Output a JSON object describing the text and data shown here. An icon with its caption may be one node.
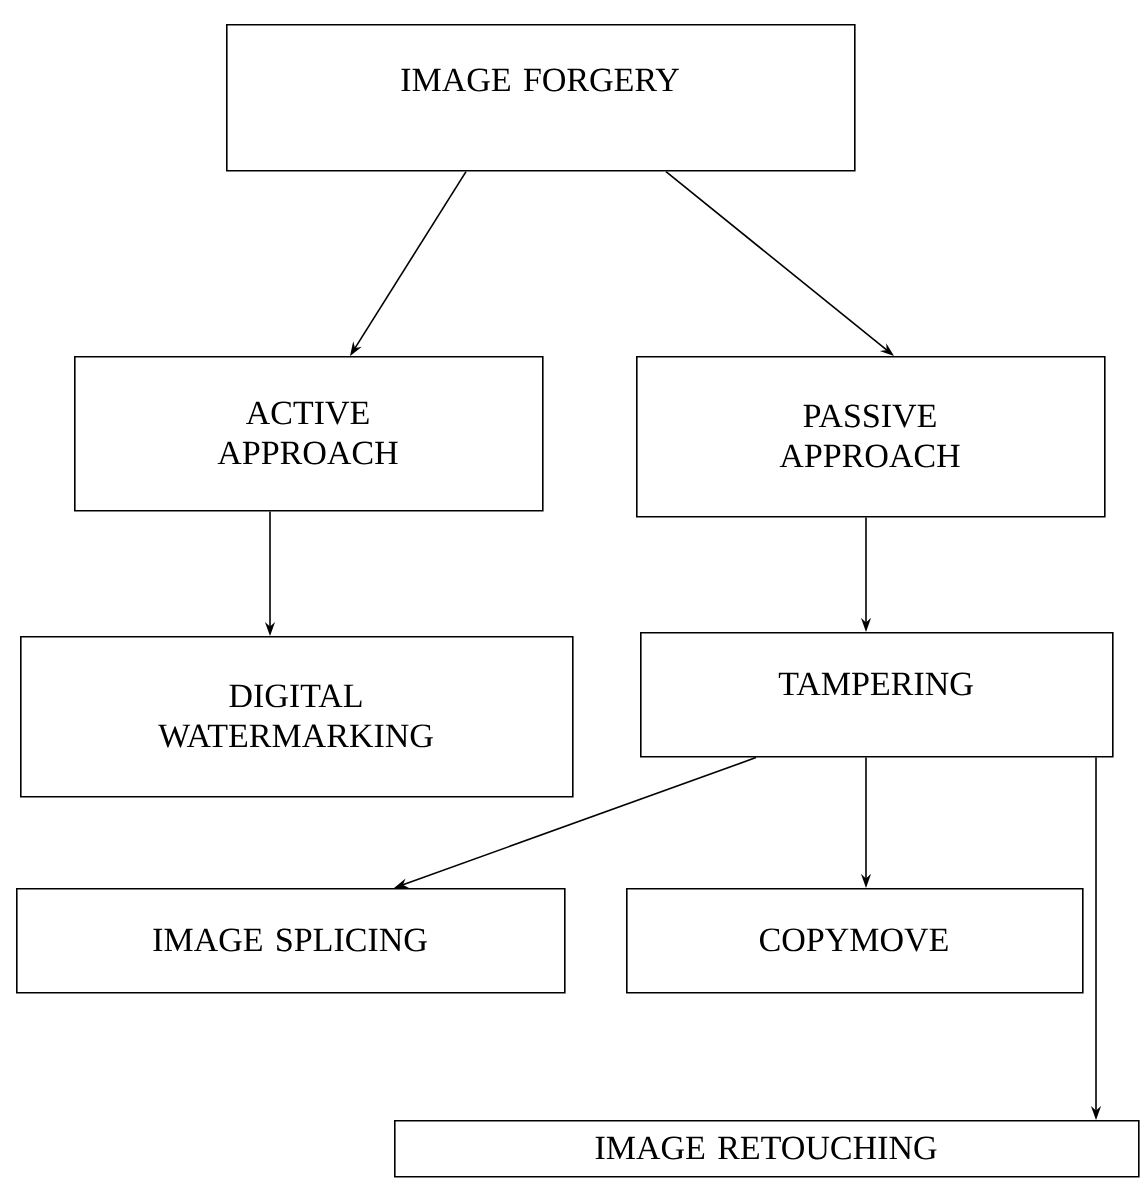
{
  "diagram": {
    "nodes": [
      {
        "text": [
          "IMAGE FORGERY"
        ]
      },
      {
        "text": [
          "ACTIVE APPROACH"
        ]
      },
      {
        "text": [
          "PASSIVE APPROACH"
        ]
      },
      {
        "text": [
          "DIGITAL WATERMARKING"
        ]
      },
      {
        "text": [
          "TAMPERING"
        ]
      },
      {
        "text": [
          "IMAGE SPLICING"
        ]
      },
      {
        "text": [
          "COPYMOVE"
        ]
      },
      {
        "text": [
          "IMAGE RETOUCHING"
        ]
      }
    ],
    "edges": [
      {
        "from": 0,
        "to": 1,
        "arrow": "to"
      },
      {
        "from": 0,
        "to": 2,
        "arrow": "to"
      },
      {
        "from": 1,
        "to": 3,
        "arrow": "to"
      },
      {
        "from": 2,
        "to": 4,
        "arrow": "to"
      },
      {
        "from": 4,
        "to": 5,
        "arrow": "to"
      },
      {
        "from": 4,
        "to": 6,
        "arrow": "to"
      },
      {
        "from": 4,
        "to": 7,
        "arrow": "to"
      }
    ]
  }
}
